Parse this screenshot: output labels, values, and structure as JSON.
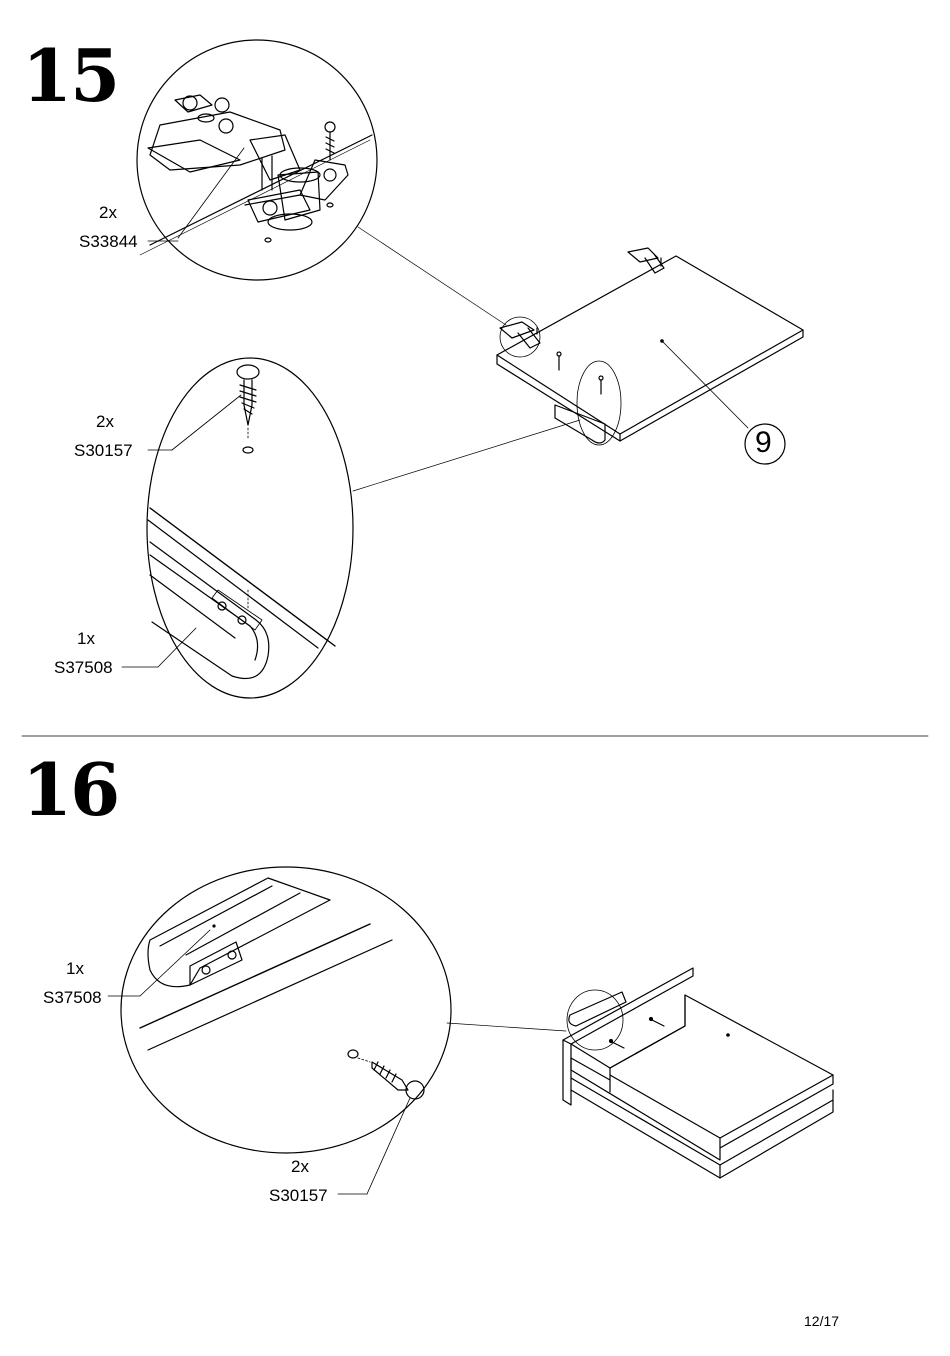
{
  "page_number": "12/17",
  "steps": [
    {
      "number": "15",
      "callouts": [
        {
          "qty": "2x",
          "code": "S33844"
        },
        {
          "qty": "2x",
          "code": "S30157"
        },
        {
          "qty": "1x",
          "code": "S37508"
        }
      ],
      "part_label": "9"
    },
    {
      "number": "16",
      "callouts": [
        {
          "qty": "1x",
          "code": "S37508"
        },
        {
          "qty": "2x",
          "code": "S30157"
        }
      ]
    }
  ]
}
